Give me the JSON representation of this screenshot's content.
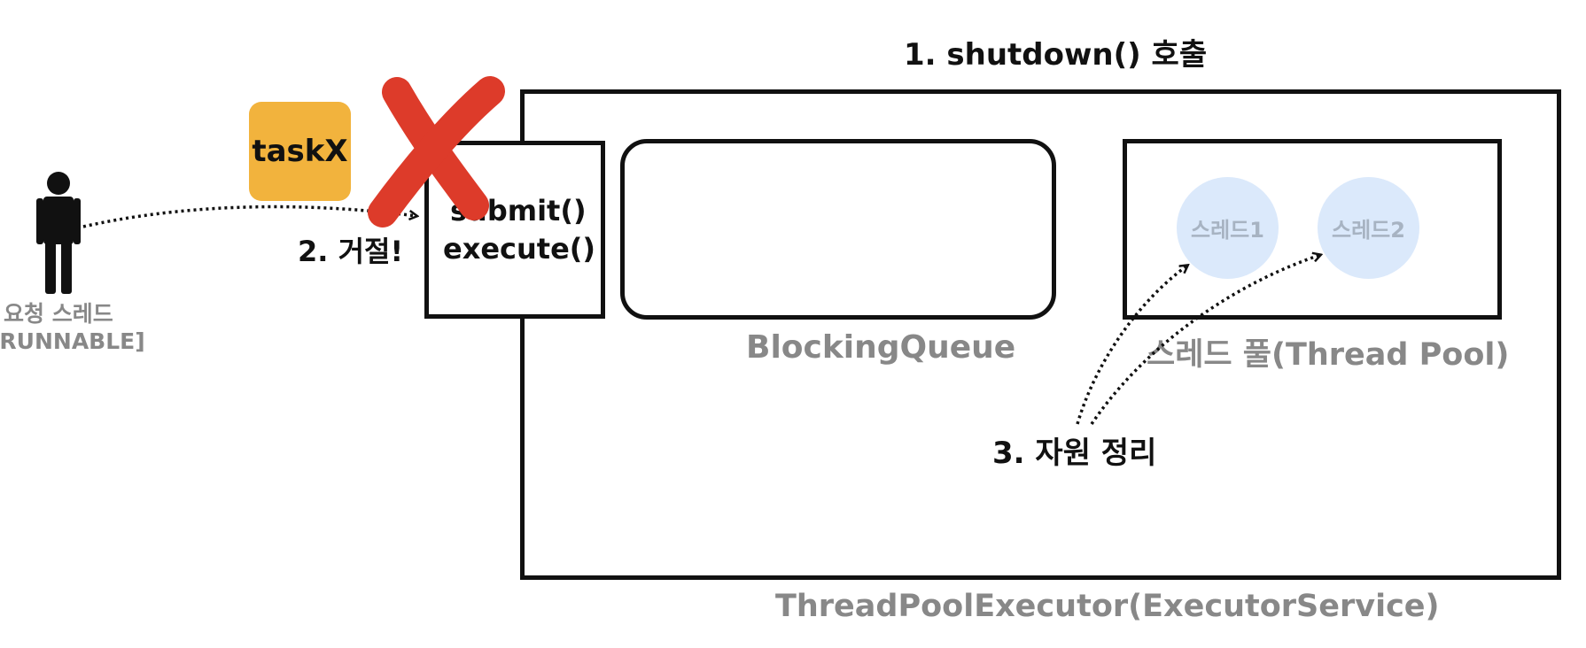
{
  "diagram": {
    "step1": "1. shutdown() 호출",
    "step2": "2. 거절!",
    "step3": "3. 자원 정리",
    "task": "taskX",
    "submit_lines": [
      "submit()",
      "execute()"
    ],
    "queue_label": "BlockingQueue",
    "pool_label": "스레드 풀(Thread Pool)",
    "executor_label": "ThreadPoolExecutor(ExecutorService)",
    "requester_name": "요청 스레드",
    "requester_state": "[RUNNABLE]",
    "threads": [
      "스레드1",
      "스레드2"
    ]
  },
  "colors": {
    "outline": "#111111",
    "muted_text": "#888888",
    "task_card": "#f2b33d",
    "reject_mark": "#dd3b2a",
    "thread_fill": "#dbe9fb",
    "thread_text": "#a7b3c2"
  }
}
